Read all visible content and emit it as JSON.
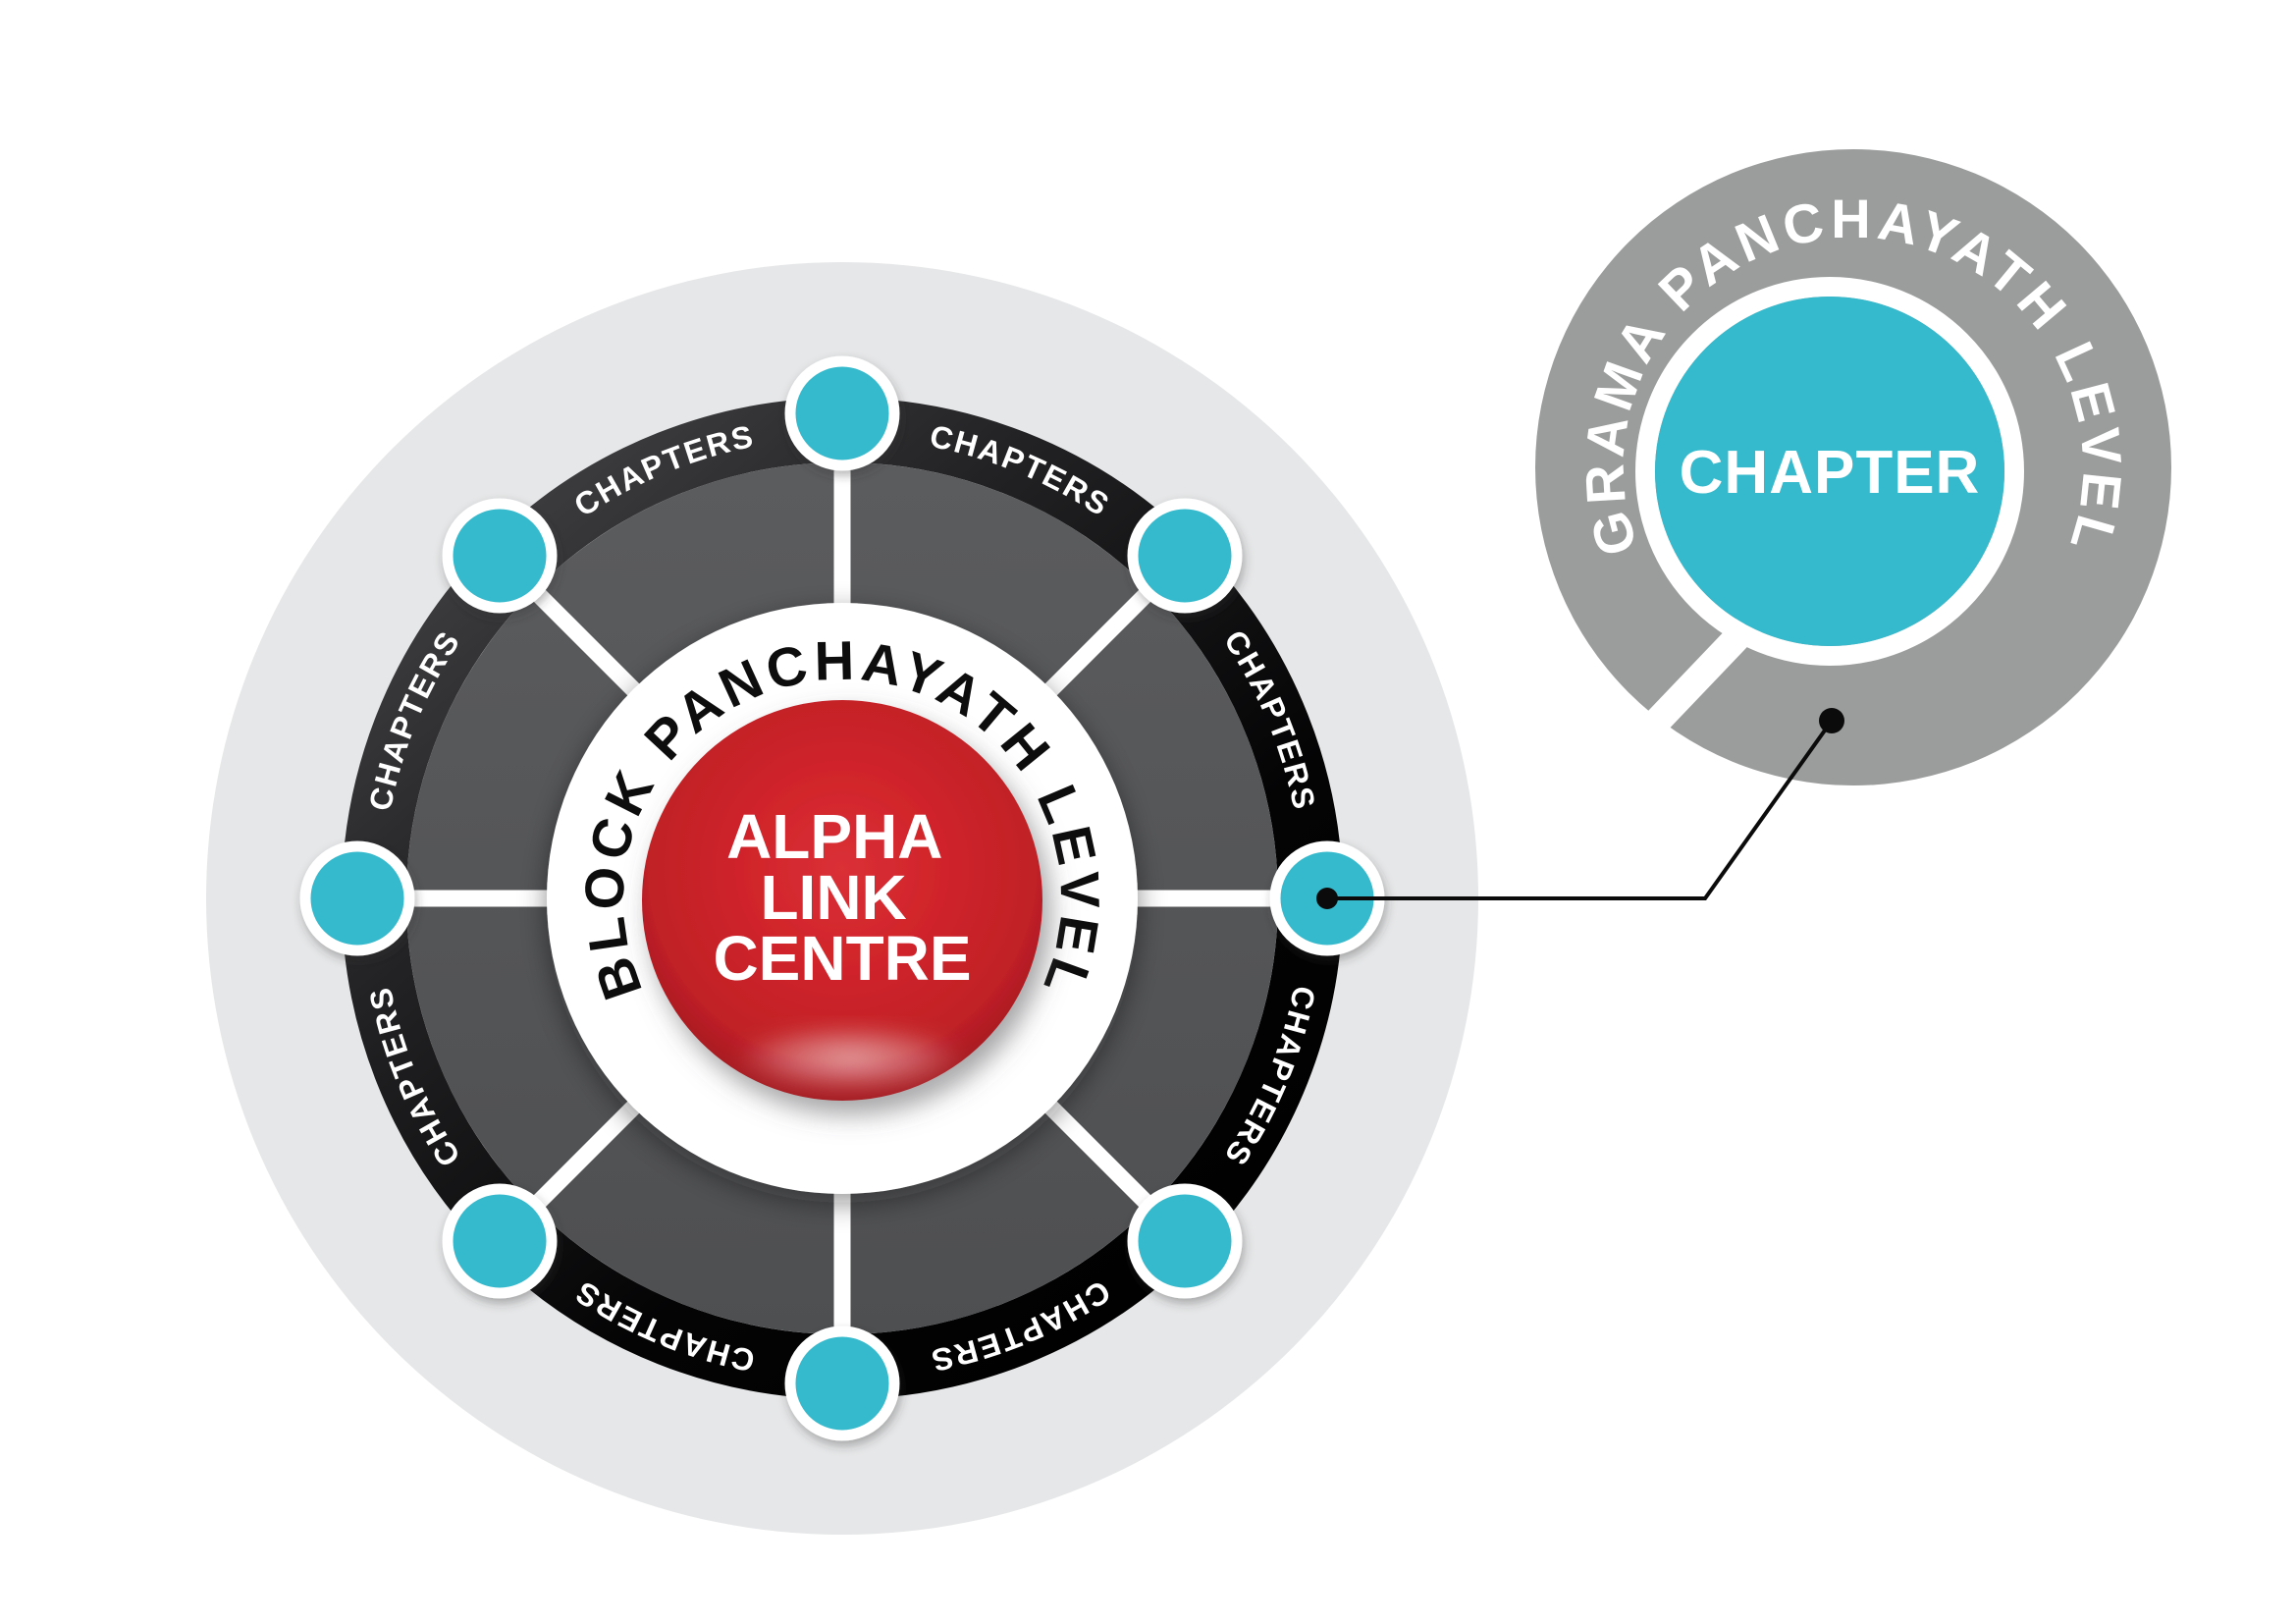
{
  "diagram": {
    "background": "#ffffff",
    "block_level": {
      "ring_label": "CHAPTERS",
      "ring_label_count": 8,
      "node_count": 8,
      "level_label": "BLOCK PANCHAYATH LEVEL",
      "hub_label_lines": [
        "ALPHA",
        "LINK",
        "CENTRE"
      ]
    },
    "grama_level": {
      "level_label": "GRAMA PANCHAYATH LEVEL",
      "node_label": "CHAPTER"
    },
    "colors": {
      "node_teal": "#35b9cc",
      "hub_red": "#d0242a",
      "ring_black": "#1a1a1c",
      "disc_gray": "#57585a",
      "outer_halo_gray": "#e6e7e8",
      "grama_gray": "#9b9c9c",
      "connector_black": "#0b0b0b",
      "label_dark": "#0d0d0e",
      "label_light": "#ffffff"
    }
  }
}
